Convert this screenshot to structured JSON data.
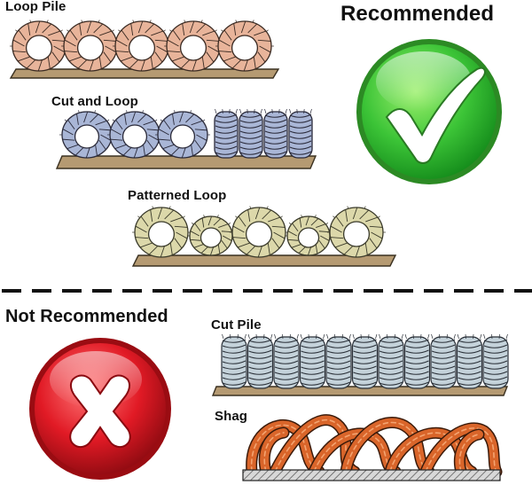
{
  "recommended": {
    "heading": "Recommended",
    "items": [
      {
        "label": "Loop Pile"
      },
      {
        "label": "Cut and Loop"
      },
      {
        "label": "Patterned Loop"
      }
    ],
    "badge_icon": "checkmark-icon",
    "badge_color": "#2fbf2f"
  },
  "not_recommended": {
    "heading": "Not Recommended",
    "items": [
      {
        "label": "Cut Pile"
      },
      {
        "label": "Shag"
      }
    ],
    "badge_icon": "x-mark-icon",
    "badge_color": "#d8101c"
  },
  "divider_style": "dashed",
  "colors": {
    "loop_pile": "#e8b49a",
    "cut_and_loop": "#a9b6d6",
    "patterned_loop": "#dcd8aa",
    "cut_pile": "#c4d2da",
    "shag": "#d9652a",
    "backing": "#b59a72"
  }
}
